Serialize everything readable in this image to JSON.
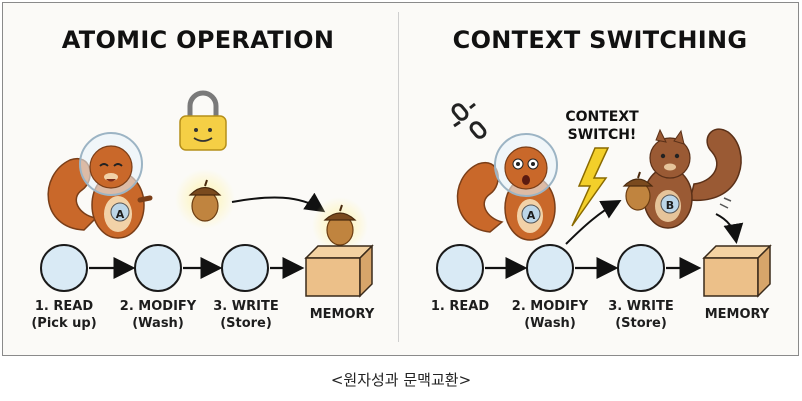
{
  "left_panel": {
    "title": "ATOMIC OPERATION",
    "steps": [
      {
        "line1": "1. READ",
        "line2": "(Pick up)"
      },
      {
        "line1": "2. MODIFY",
        "line2": "(Wash)"
      },
      {
        "line1": "3. WRITE",
        "line2": "(Store)"
      }
    ],
    "memory_label": "MEMORY",
    "squirrel_badge": "A"
  },
  "right_panel": {
    "title": "CONTEXT SWITCHING",
    "steps": [
      {
        "line1": "1. READ",
        "line2": ""
      },
      {
        "line1": "2. MODIFY",
        "line2": "(Wash)"
      },
      {
        "line1": "3. WRITE",
        "line2": "(Store)"
      }
    ],
    "memory_label": "MEMORY",
    "switch_note_line1": "CONTEXT",
    "switch_note_line2": "SWITCH!",
    "squirrel_a_badge": "A",
    "squirrel_b_badge": "B"
  },
  "caption": "<원자성과 문맥교환>",
  "colors": {
    "node_fill": "#d9eaf5",
    "node_stroke": "#1a1a1a",
    "squirrel": "#c9682a",
    "squirrel_dark": "#8b4a24",
    "acorn": "#a86a2e",
    "box": "#ecc089",
    "lock": "#f5cf45",
    "lightning": "#f3cf2a"
  }
}
